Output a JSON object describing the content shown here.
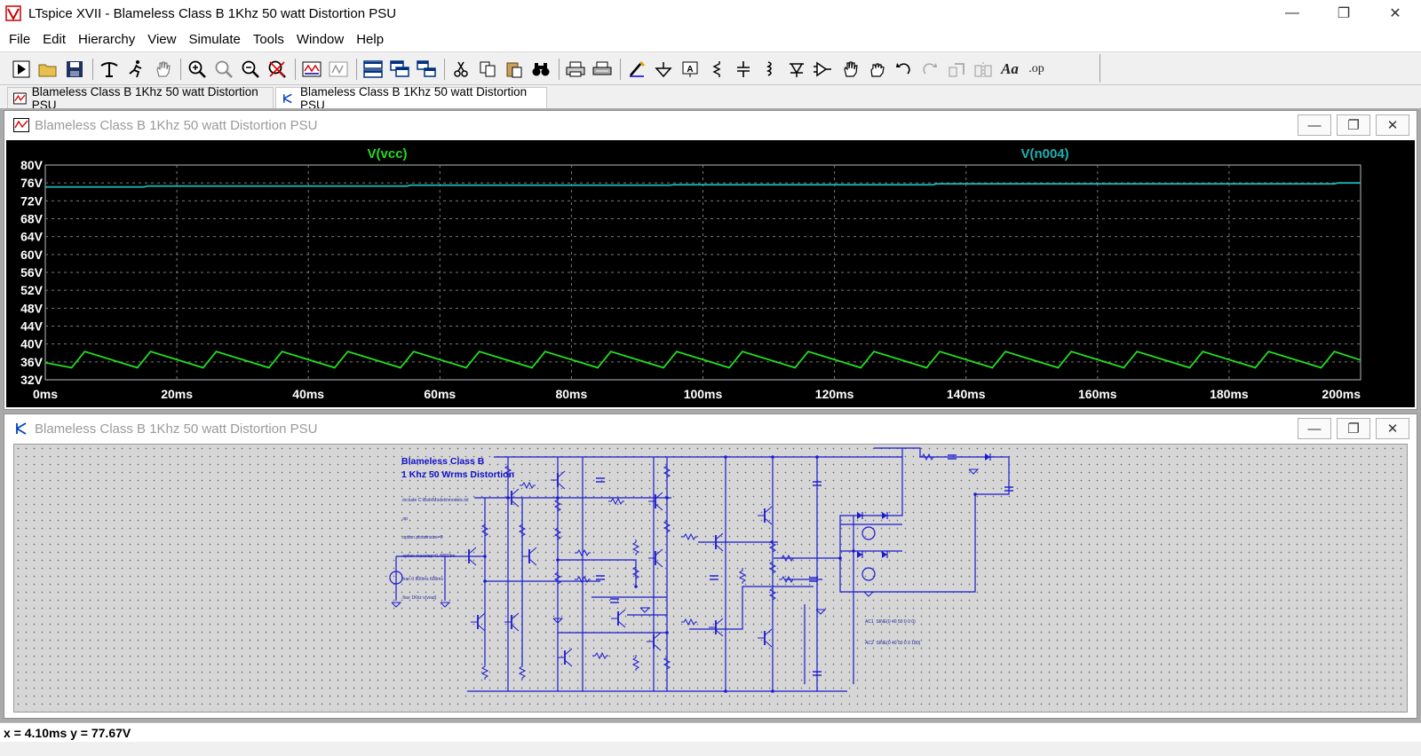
{
  "window": {
    "title": "LTspice XVII - Blameless Class B 1Khz 50 watt Distortion PSU",
    "controls": {
      "minimize": "—",
      "restore": "❐",
      "close": "✕"
    }
  },
  "menu": [
    "File",
    "Edit",
    "Hierarchy",
    "View",
    "Simulate",
    "Tools",
    "Window",
    "Help"
  ],
  "toolbar": {
    "icons": [
      "run-icon",
      "open-icon",
      "save-icon",
      "control-panel-icon",
      "halt-icon",
      "pan-icon",
      "zoom-in-icon",
      "zoom-out-icon",
      "zoom-fit-icon",
      "zoom-cancel-icon",
      "autorange-icon",
      "waveform-icon",
      "tile-horizontal-icon",
      "tile-vertical-icon",
      "cascade-icon",
      "cut-icon",
      "copy-icon",
      "paste-icon",
      "find-icon",
      "print-icon",
      "print-preview-icon",
      "wire-icon",
      "ground-icon",
      "label-icon",
      "resistor-icon",
      "capacitor-icon",
      "inductor-icon",
      "diode-icon",
      "component-icon",
      "move-icon",
      "drag-icon",
      "undo-icon",
      "redo-icon",
      "rotate-icon",
      "mirror-icon",
      "text-icon",
      "spice-directive-icon"
    ],
    "text_button": "Aa",
    "op_button": ".op"
  },
  "tabs": [
    {
      "label": "Blameless Class B 1Khz 50 watt Distortion PSU",
      "kind": "waveform",
      "active": false
    },
    {
      "label": "Blameless Class B 1Khz 50 watt Distortion PSU",
      "kind": "schematic",
      "active": true
    }
  ],
  "waveform_window": {
    "title": "Blameless Class B 1Khz 50 watt Distortion PSU"
  },
  "schematic_window": {
    "title": "Blameless Class B 1Khz 50 watt Distortion PSU",
    "heading_line1": "Blameless Class B",
    "heading_line2": "1 Khz 50 Wrms Distortion",
    "directives": [
      ".include C:\\Bob\\Models\\models.txt",
      ".op",
      ".option plotwinsize=0",
      ".option maxstep=0.48833m",
      ".tran 0 800ms 600ms",
      ".four 1Khz v(vout)"
    ],
    "sources": [
      "AC1  SINE(0 40 50 0 0 0)",
      "AC2  SINE(0 40 50 0 0 180)"
    ]
  },
  "status": {
    "text": "x = 4.10ms    y = 77.67V"
  },
  "chart_data": {
    "type": "line",
    "title": "",
    "xlabel": "",
    "ylabel": "",
    "x_ticks": [
      "0ms",
      "20ms",
      "40ms",
      "60ms",
      "80ms",
      "100ms",
      "120ms",
      "140ms",
      "160ms",
      "180ms",
      "200ms"
    ],
    "y_ticks": [
      "80V",
      "76V",
      "72V",
      "68V",
      "64V",
      "60V",
      "56V",
      "52V",
      "48V",
      "44V",
      "40V",
      "36V",
      "32V"
    ],
    "xlim": [
      0,
      200
    ],
    "ylim": [
      32,
      80
    ],
    "grid": true,
    "series": [
      {
        "name": "V(vcc)",
        "color": "#22dd22",
        "x": [
          0,
          4,
          6,
          14,
          16,
          24,
          26,
          34,
          36,
          44,
          46,
          54,
          56,
          64,
          66,
          74,
          76,
          84,
          86,
          94,
          96,
          104,
          106,
          114,
          116,
          124,
          126,
          134,
          136,
          144,
          146,
          154,
          156,
          164,
          166,
          174,
          176,
          184,
          186,
          194,
          196,
          200
        ],
        "y": [
          35.8,
          34.7,
          38.3,
          34.7,
          38.3,
          34.7,
          38.3,
          34.7,
          38.3,
          34.7,
          38.3,
          34.7,
          38.3,
          34.7,
          38.3,
          34.7,
          38.3,
          34.7,
          38.3,
          34.7,
          38.3,
          34.7,
          38.3,
          34.7,
          38.3,
          34.7,
          38.3,
          34.7,
          38.3,
          34.7,
          38.3,
          34.7,
          38.3,
          34.7,
          38.3,
          34.7,
          38.3,
          34.7,
          38.3,
          34.7,
          38.3,
          36.4
        ]
      },
      {
        "name": "V(n004)",
        "color": "#20b0b0",
        "x": [
          0,
          15,
          15.5,
          55,
          55.5,
          95,
          95.5,
          135,
          135.5,
          196,
          196.5,
          200
        ],
        "y": [
          75.1,
          75.1,
          75.3,
          75.3,
          75.5,
          75.5,
          75.6,
          75.6,
          75.8,
          75.8,
          76.0,
          76.0
        ]
      }
    ]
  }
}
